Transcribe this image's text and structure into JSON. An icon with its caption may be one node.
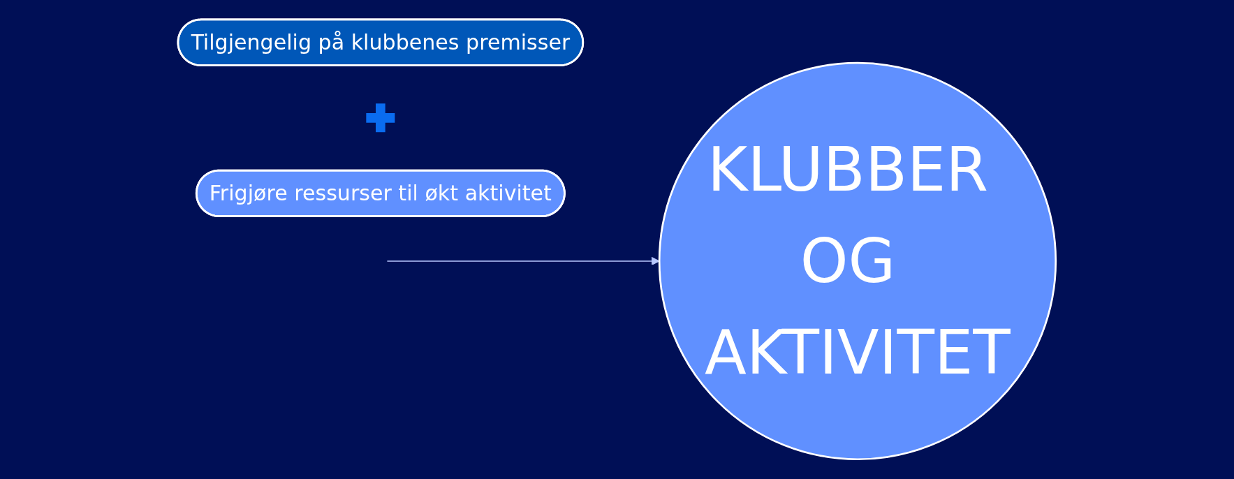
{
  "diagram": {
    "nodes": [
      {
        "text": [
          "Tilgjengelig på klubbenes premisser"
        ]
      },
      {
        "text": [],
        "shape": "plus"
      },
      {
        "text": [
          "Frigjøre ressurser til økt aktivitet"
        ]
      },
      {
        "text": [
          "KLUBBER OG AKTIVITET"
        ]
      }
    ],
    "edges": [
      {
        "from": null,
        "to": 3,
        "arrow": "to"
      }
    ]
  }
}
